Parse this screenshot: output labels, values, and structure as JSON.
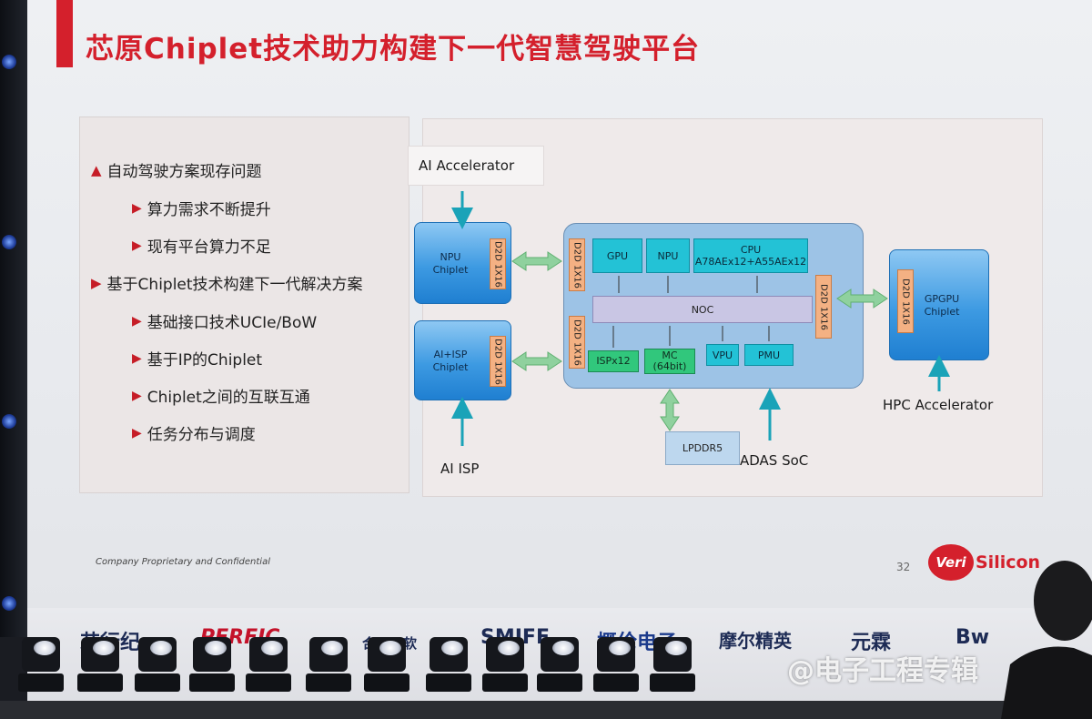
{
  "slide": {
    "title": "芯原Chiplet技术助力构建下一代智慧驾驶平台",
    "footer_confidential": "Company Proprietary and Confidential",
    "page_number": "32",
    "logo_badge": "Veri",
    "logo_text": "Silicon"
  },
  "bullets": [
    {
      "level": 1,
      "marker": "▲",
      "text": "自动驾驶方案现存问题"
    },
    {
      "level": 2,
      "marker": "▶",
      "text": "算力需求不断提升"
    },
    {
      "level": 2,
      "marker": "▶",
      "text": "现有平台算力不足"
    },
    {
      "level": 1,
      "marker": "▶",
      "text": "基于Chiplet技术构建下一代解决方案"
    },
    {
      "level": 2,
      "marker": "▶",
      "text": "基础接口技术UCIe/BoW"
    },
    {
      "level": 2,
      "marker": "▶",
      "text": "基于IP的Chiplet"
    },
    {
      "level": 2,
      "marker": "▶",
      "text": "Chiplet之间的互联互通"
    },
    {
      "level": 2,
      "marker": "▶",
      "text": "任务分布与调度"
    }
  ],
  "diagram": {
    "ai_accelerator": "AI Accelerator",
    "ai_isp": "AI ISP",
    "adas_soc": "ADAS SoC",
    "hpc_accelerator": "HPC Accelerator",
    "npu_chiplet": {
      "line1": "NPU",
      "line2": "Chiplet"
    },
    "ai_isp_chiplet": {
      "line1": "AI+ISP",
      "line2": "Chiplet"
    },
    "gpgpu_chiplet": {
      "line1": "GPGPU",
      "line2": "Chiplet"
    },
    "d2d_label": "D2D 1X16",
    "gpu": "GPU",
    "npu": "NPU",
    "cpu": {
      "line1": "CPU",
      "line2": "A78AEx12+A55AEx12"
    },
    "noc": "NOC",
    "ispx12": "ISPx12",
    "mc": {
      "line1": "MC",
      "line2": "(64bit)"
    },
    "vpu": "VPU",
    "pmu": "PMU",
    "lpddr5": "LPDDR5"
  },
  "colors": {
    "title_red": "#d4202c",
    "chiplet_blue": "#3d9ae2",
    "d2d_orange": "#f4b183",
    "soc_blue": "#9dc3e6",
    "cyan_block": "#23c2d6",
    "green_block": "#31c77c",
    "arrow_green": "#8fd19e",
    "arrow_teal": "#1aa3b8"
  },
  "sponsors": [
    "芯行纪",
    "PERFIC",
    "合见工软",
    "SMIFE",
    "概伦电子",
    "摩尔精英",
    "元霖",
    "Bw"
  ],
  "watermark": "@电子工程专辑"
}
